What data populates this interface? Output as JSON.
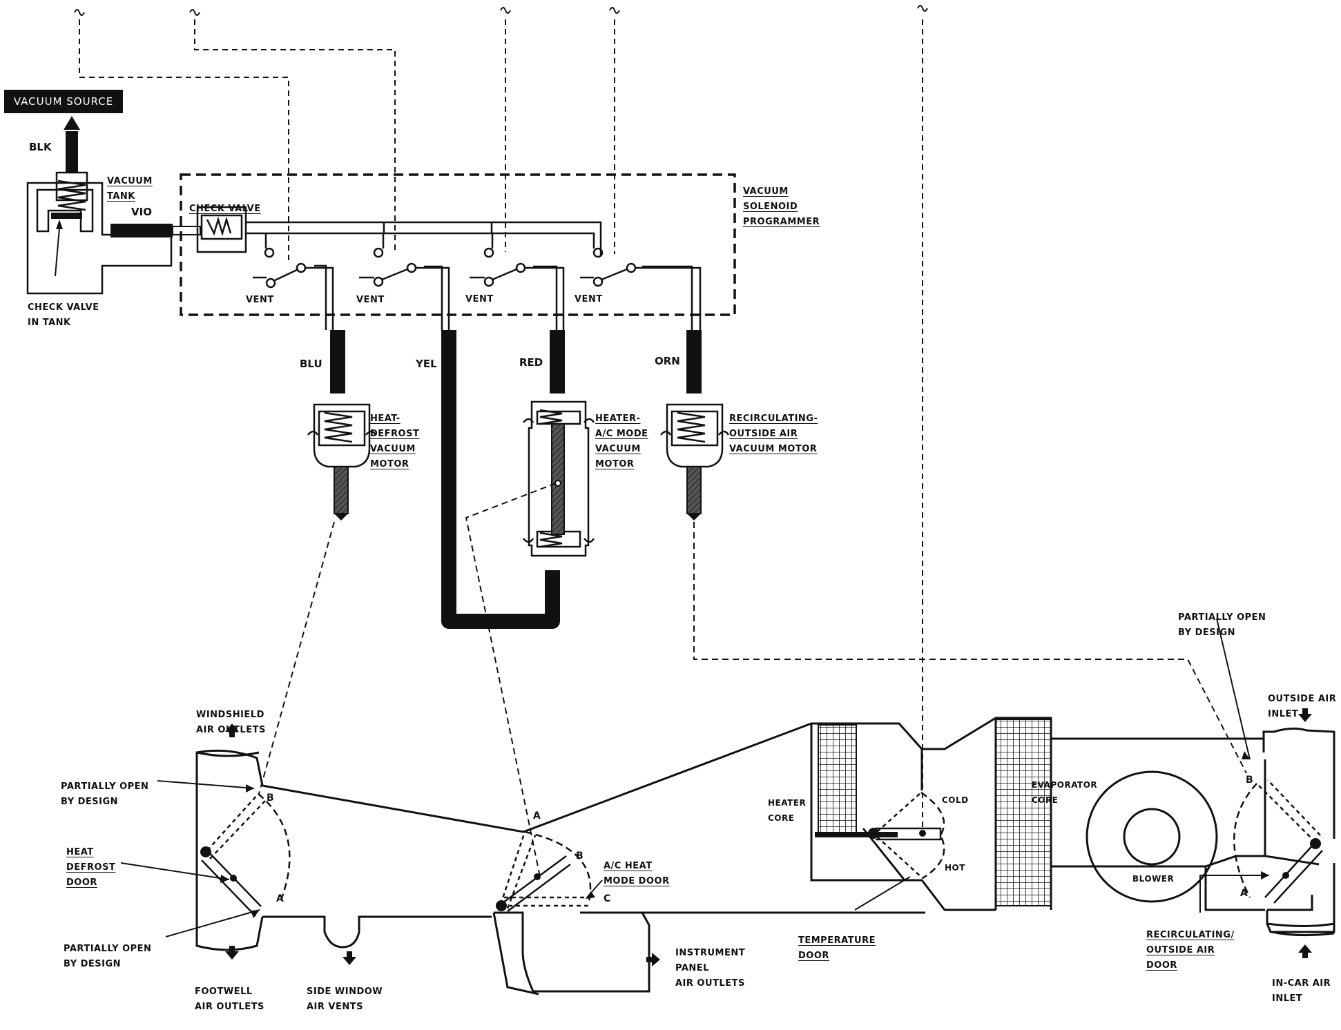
{
  "vacuum_source": "VACUUM SOURCE",
  "wires": {
    "blk": "BLK",
    "vio": "VIO",
    "blu": "BLU",
    "yel": "YEL",
    "red": "RED",
    "orn": "ORN"
  },
  "labels": {
    "vacuum_tank": [
      "VACUUM",
      "TANK"
    ],
    "check_valve": "CHECK VALVE",
    "check_valve_in_tank": [
      "CHECK VALVE",
      "IN TANK"
    ],
    "vacuum_solenoid_programmer": [
      "VACUUM",
      "SOLENOID",
      "PROGRAMMER"
    ],
    "vent": "VENT",
    "heat_defrost_motor": [
      "HEAT-",
      "DEFROST",
      "VACUUM",
      "MOTOR"
    ],
    "heater_ac_mode_motor": [
      "HEATER-",
      "A/C MODE",
      "VACUUM",
      "MOTOR"
    ],
    "recirc_motor": [
      "RECIRCULATING-",
      "OUTSIDE AIR",
      "VACUUM MOTOR"
    ],
    "windshield_outlets": [
      "WINDSHIELD",
      "AIR OUTLETS"
    ],
    "partially_open_1": [
      "PARTIALLY OPEN",
      "BY DESIGN"
    ],
    "heat_defrost_door": [
      "HEAT",
      "DEFROST",
      "DOOR"
    ],
    "partially_open_2": [
      "PARTIALLY OPEN",
      "BY DESIGN"
    ],
    "footwell_outlets": [
      "FOOTWELL",
      "AIR OUTLETS"
    ],
    "side_window_vents": [
      "SIDE  WINDOW",
      "AIR VENTS"
    ],
    "ac_heat_mode_door": [
      "A/C HEAT",
      "MODE DOOR"
    ],
    "instrument_panel_outlets": [
      "INSTRUMENT",
      "PANEL",
      "AIR OUTLETS"
    ],
    "heater_core": [
      "HEATER",
      "CORE"
    ],
    "cold": "COLD",
    "hot": "HOT",
    "temperature_door": [
      "TEMPERATURE",
      "DOOR"
    ],
    "evaporator_core": [
      "EVAPORATOR",
      "CORE"
    ],
    "blower": "BLOWER",
    "partially_open_3": [
      "PARTIALLY OPEN",
      "BY DESIGN"
    ],
    "outside_air_inlet": [
      "OUTSIDE AIR",
      "INLET"
    ],
    "recirc_door": [
      "RECIRCULATING/",
      "OUTSIDE AIR",
      "DOOR"
    ],
    "in_car_air_inlet": [
      "IN-CAR AIR",
      "INLET"
    ]
  },
  "door_letters": {
    "a": "A",
    "b": "B",
    "c": "C"
  }
}
